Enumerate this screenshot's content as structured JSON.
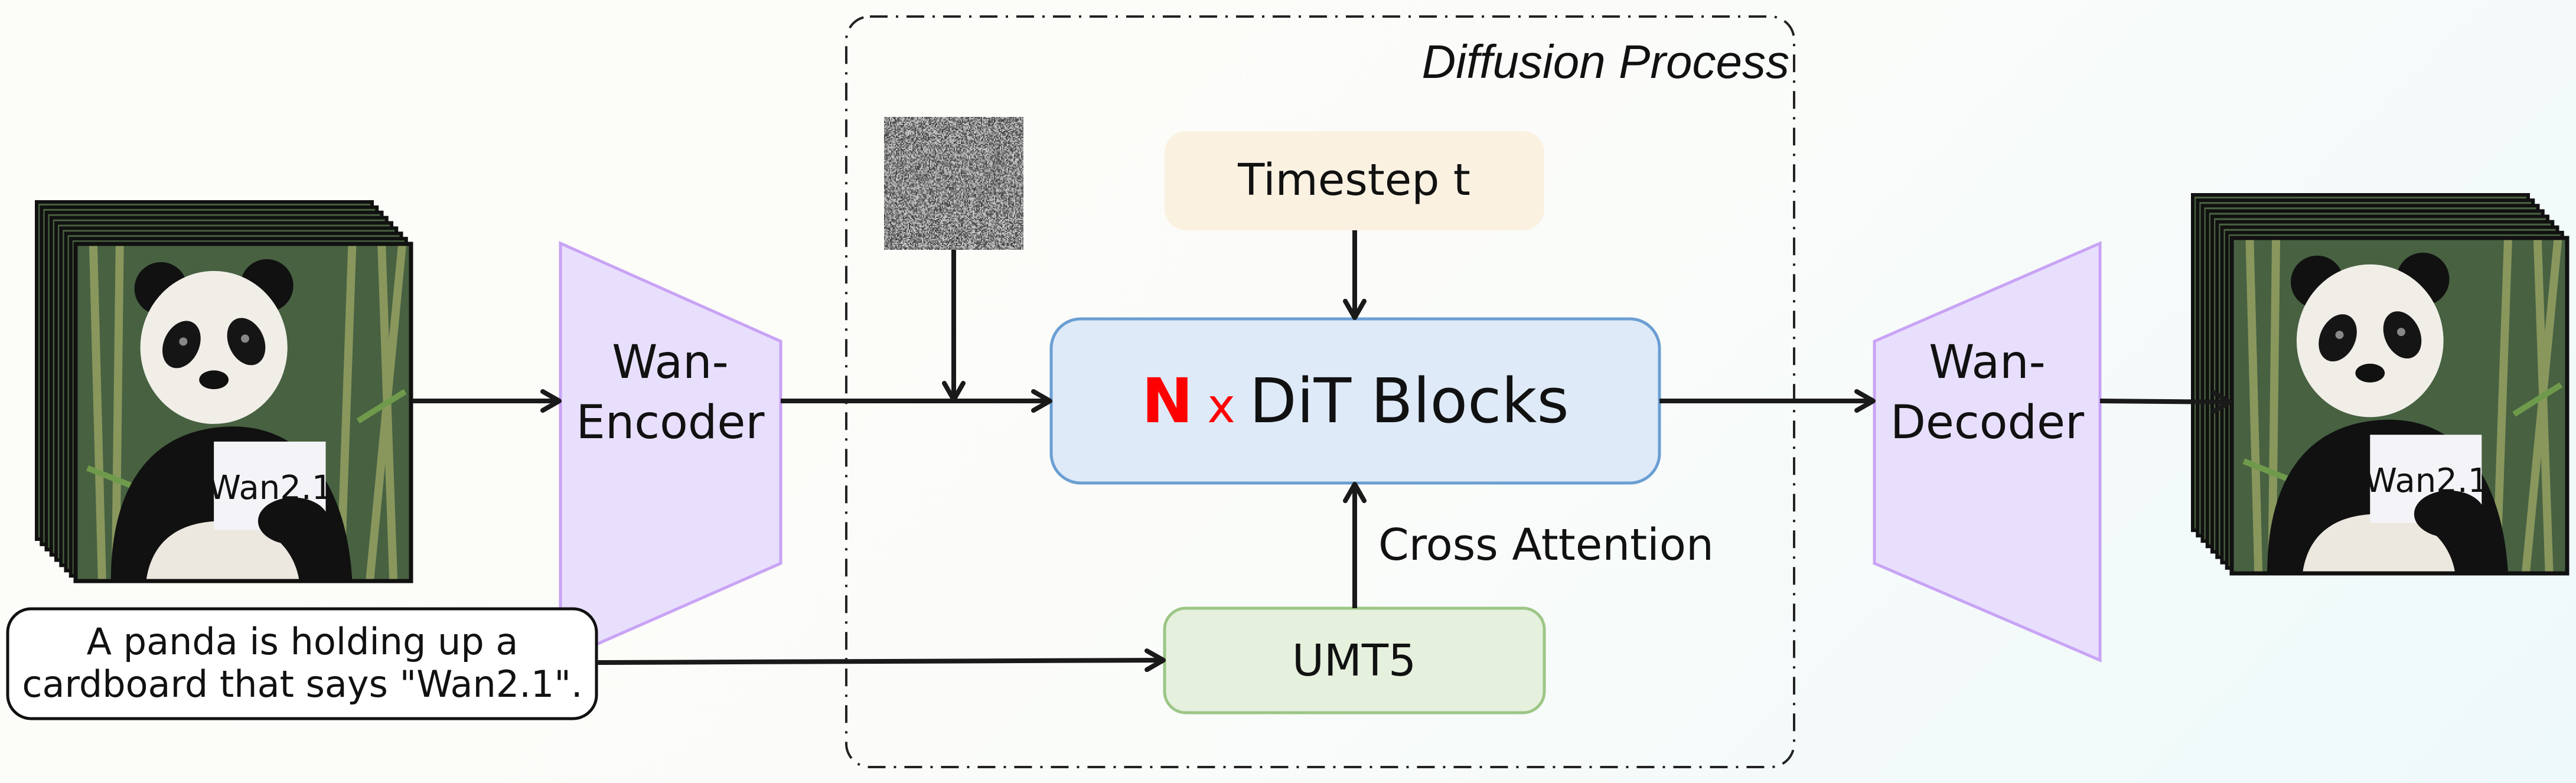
{
  "diagram": {
    "diffusion_label": "Diffusion Process",
    "timestep_label": "Timestep t",
    "dit": {
      "count": "N",
      "times": "x",
      "label": "DiT Blocks"
    },
    "cross_attention_label": "Cross Attention",
    "text_encoder_label": "UMT5",
    "encoder_label": [
      "Wan-",
      "Encoder"
    ],
    "decoder_label": [
      "Wan-",
      "Decoder"
    ],
    "prompt_lines": [
      "A panda is holding up a",
      "cardboard that says \"Wan2.1\"."
    ],
    "sign_text": "Wan2.1"
  },
  "colors": {
    "timestep_fill": "#faf1e1",
    "dit_fill": "#deeaf8",
    "dit_stroke": "#6b9fd3",
    "umt5_fill": "#e5f0dd",
    "umt5_stroke": "#9cc686",
    "vae_fill": "#e8dffd",
    "vae_stroke": "#c9a3f5",
    "n_accent": "#ff0000"
  }
}
